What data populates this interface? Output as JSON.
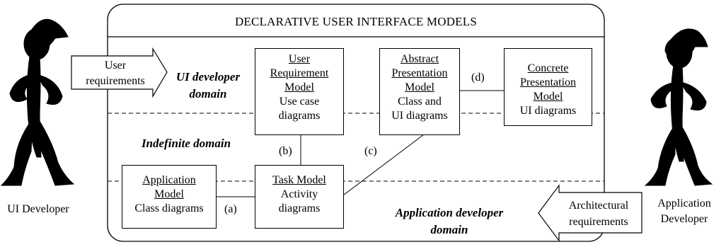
{
  "title": "DECLARATIVE USER INTERFACE MODELS",
  "actors": {
    "left": "UI Developer",
    "right_line1": "Application",
    "right_line2": "Developer"
  },
  "inputs": {
    "left_line1": "User",
    "left_line2": "requirements",
    "right_line1": "Architectural",
    "right_line2": "requirements"
  },
  "domains": {
    "ui_line1": "UI developer",
    "ui_line2": "domain",
    "indefinite": "Indefinite domain",
    "app_line1": "Application developer",
    "app_line2": "domain"
  },
  "models": {
    "user_req": {
      "name_l1": "User",
      "name_l2": "Requirement",
      "name_l3": "Model",
      "desc_l1": "Use case",
      "desc_l2": "diagrams"
    },
    "abstract": {
      "name_l1": "Abstract",
      "name_l2": "Presentation",
      "name_l3": "Model",
      "desc_l1": "Class and",
      "desc_l2": "UI diagrams"
    },
    "concrete": {
      "name_l1": "Concrete",
      "name_l2": "Presentation",
      "name_l3": "Model",
      "desc_l1": "UI diagrams"
    },
    "application": {
      "name_l1": "Application",
      "name_l2": "Model",
      "desc_l1": "Class diagrams"
    },
    "task": {
      "name_l1": "Task Model",
      "desc_l1": "Activity",
      "desc_l2": "diagrams"
    }
  },
  "relations": {
    "a": "(a)",
    "b": "(b)",
    "c": "(c)",
    "d": "(d)"
  }
}
